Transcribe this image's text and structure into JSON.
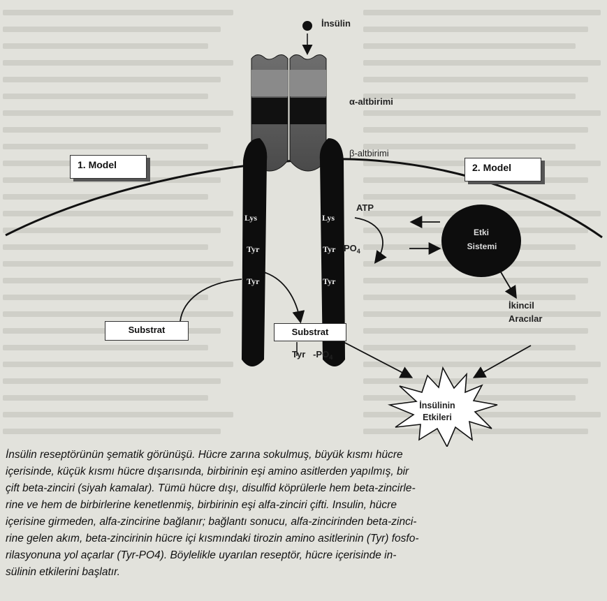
{
  "diagram": {
    "insulin_label": "İnsülin",
    "alpha_subunit_label": "α-altbirimi",
    "beta_subunit_label": "β-altbirimi",
    "model1_label": "1. Model",
    "model2_label": "2. Model",
    "atp_label": "ATP",
    "lys_left": "Lys",
    "tyr_left_1": "Tyr",
    "tyr_left_2": "Tyr",
    "lys_right": "Lys",
    "tyr_right_1": "Tyr",
    "po4_label_base": "PO",
    "po4_subscript": "4",
    "tyr_right_2": "Tyr",
    "effect_system_line1": "Etki",
    "effect_system_line2": "Sistemi",
    "second_messenger_line1": "İkincil",
    "second_messenger_line2": "Aracılar",
    "substrat_left": "Substrat",
    "substrat_right": "Substrat",
    "tyr_po4_base": "Tyr   -PO",
    "tyr_po4_subscript": "4",
    "insulin_effects_line1": "İnsülinin",
    "insulin_effects_line2": "Etkileri"
  },
  "caption": {
    "lines": [
      "İnsülin reseptörünün şematik görünüşü.  Hücre zarına sokulmuş, büyük kısmı hücre",
      "içerisinde, küçük kısmı hücre dışarısında, birbirinin eşi amino asitlerden yapılmış, bir",
      "çift beta-zinciri (siyah kamalar).  Tümü hücre dışı, disulfid köprülerle hem beta-zincirle-",
      "rine ve hem de birbirlerine kenetlenmiş, birbirinin eşi alfa-zinciri çifti.  Insulin, hücre",
      "içerisine girmeden, alfa-zincirine bağlanır; bağlantı sonucu, alfa-zincirinden beta-zinci-",
      "rine gelen akım, beta-zincirinin hücre içi kısmındaki tirozin amino asitlerinin (Tyr) fosfo-",
      "rilasyonuna yol açarlar (Tyr-PO4).  Böylelikle uyarılan reseptör, hücre içerisinde in-",
      "sülinin etkilerini başlatır."
    ]
  }
}
